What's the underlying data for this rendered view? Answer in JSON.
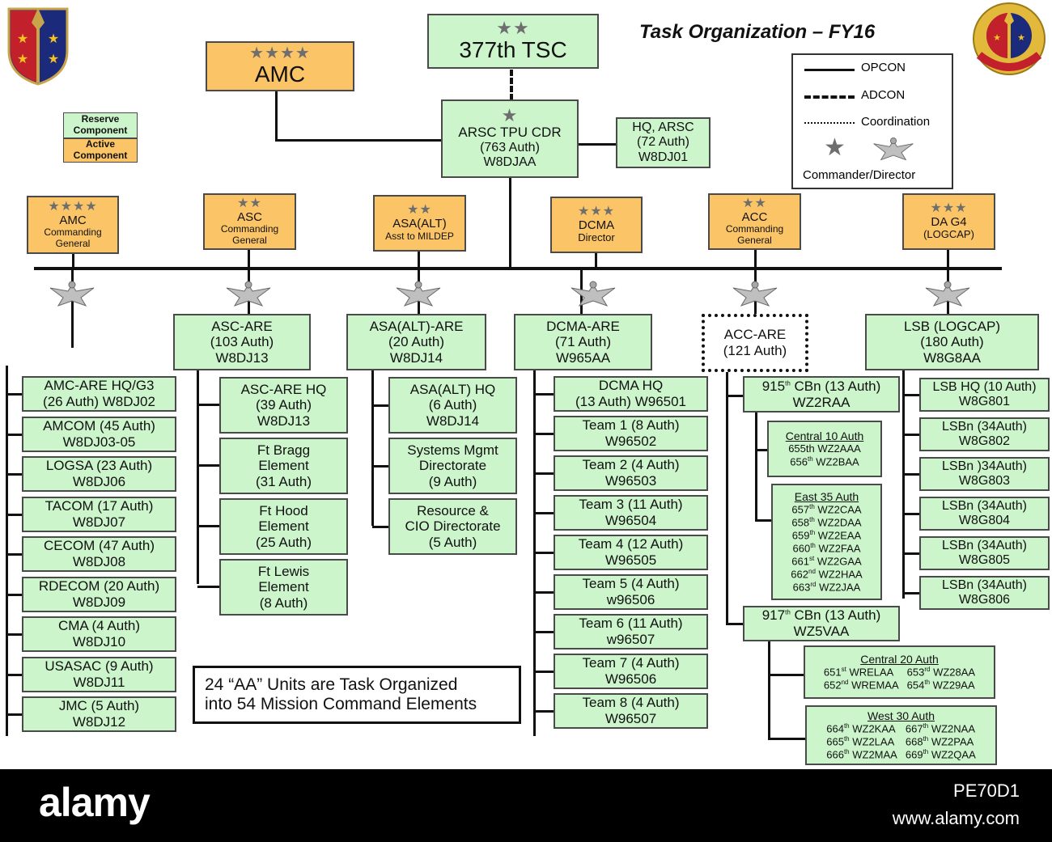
{
  "title": "Task Organization – FY16",
  "legend": {
    "opcon": "OPCON",
    "adcon": "ADCON",
    "coordination": "Coordination",
    "commander": "Commander/Director"
  },
  "key": {
    "reserve": "Reserve Component",
    "active": "Active Component"
  },
  "top": {
    "tsc": {
      "stars": "★★",
      "name": "377th TSC"
    },
    "amc": {
      "stars": "★★★★",
      "name": "AMC"
    },
    "arsc": {
      "stars": "★",
      "l1": "ARSC TPU CDR",
      "l2": "(763 Auth)",
      "l3": "W8DJAA"
    },
    "hq": {
      "l1": "HQ, ARSC",
      "l2": "(72 Auth)",
      "l3": "W8DJ01"
    }
  },
  "commands": [
    {
      "stars": "★★★★",
      "name": "AMC",
      "sub1": "Commanding",
      "sub2": "General"
    },
    {
      "stars": "★★",
      "name": "ASC",
      "sub1": "Commanding",
      "sub2": "General"
    },
    {
      "stars": "★★",
      "name": "ASA(ALT)",
      "sub1": "Asst to MILDEP",
      "sub2": ""
    },
    {
      "stars": "★★★",
      "name": "DCMA",
      "sub1": "Director",
      "sub2": ""
    },
    {
      "stars": "★★",
      "name": "ACC",
      "sub1": "Commanding",
      "sub2": "General"
    },
    {
      "stars": "★★★",
      "name": "DA G4",
      "sub1": "(LOGCAP)",
      "sub2": ""
    }
  ],
  "ares": [
    {
      "l1": "ASC-ARE",
      "l2": "(103 Auth)",
      "l3": "W8DJ13"
    },
    {
      "l1": "ASA(ALT)-ARE",
      "l2": "(20 Auth)",
      "l3": "W8DJ14"
    },
    {
      "l1": "DCMA-ARE",
      "l2": "(71 Auth)",
      "l3": "W965AA"
    },
    {
      "l1": "ACC-ARE",
      "l2": "(121 Auth)",
      "l3": ""
    },
    {
      "l1": "LSB (LOGCAP)",
      "l2": "(180 Auth)",
      "l3": "W8G8AA"
    }
  ],
  "amc_units": [
    {
      "l1": "AMC-ARE HQ/G3",
      "l2": "(26 Auth) W8DJ02"
    },
    {
      "l1": "AMCOM (45 Auth)",
      "l2": "W8DJ03-05"
    },
    {
      "l1": "LOGSA (23 Auth)",
      "l2": "W8DJ06"
    },
    {
      "l1": "TACOM (17 Auth)",
      "l2": "W8DJ07"
    },
    {
      "l1": "CECOM (47 Auth)",
      "l2": "W8DJ08"
    },
    {
      "l1": "RDECOM (20 Auth)",
      "l2": "W8DJ09"
    },
    {
      "l1": "CMA (4 Auth)",
      "l2": "W8DJ10"
    },
    {
      "l1": "USASAC (9 Auth)",
      "l2": "W8DJ11"
    },
    {
      "l1": "JMC (5 Auth)",
      "l2": "W8DJ12"
    }
  ],
  "asc_units": [
    {
      "l1": "ASC-ARE HQ",
      "l2": "(39 Auth)",
      "l3": "W8DJ13"
    },
    {
      "l1": "Ft Bragg",
      "l2": "Element",
      "l3": "(31 Auth)"
    },
    {
      "l1": "Ft Hood",
      "l2": "Element",
      "l3": "(25 Auth)"
    },
    {
      "l1": "Ft Lewis",
      "l2": "Element",
      "l3": "(8 Auth)"
    }
  ],
  "asa_units": [
    {
      "l1": "ASA(ALT) HQ",
      "l2": "(6 Auth)",
      "l3": "W8DJ14"
    },
    {
      "l1": "Systems Mgmt",
      "l2": "Directorate",
      "l3": "(9 Auth)"
    },
    {
      "l1": "Resource &",
      "l2": "CIO Directorate",
      "l3": "(5 Auth)"
    }
  ],
  "dcma_units": [
    {
      "l1": "DCMA HQ",
      "l2": "(13 Auth) W96501"
    },
    {
      "l1": "Team 1 (8 Auth)",
      "l2": "W96502"
    },
    {
      "l1": "Team 2 (4 Auth)",
      "l2": "W96503"
    },
    {
      "l1": "Team 3 (11 Auth)",
      "l2": "W96504"
    },
    {
      "l1": "Team 4 (12 Auth)",
      "l2": "W96505"
    },
    {
      "l1": "Team 5 (4 Auth)",
      "l2": "w96506"
    },
    {
      "l1": "Team 6 (11 Auth)",
      "l2": "w96507"
    },
    {
      "l1": "Team 7 (4 Auth)",
      "l2": "W96506"
    },
    {
      "l1": "Team 8 (4 Auth)",
      "l2": "W96507"
    }
  ],
  "acc": {
    "cbn915": {
      "num": "915",
      "sup": "th",
      "rest": " CBn (13 Auth)",
      "code": "WZ2RAA"
    },
    "central10": {
      "title": "Central 10 Auth",
      "rows": [
        [
          "655th",
          " WZ2AAA"
        ],
        [
          "656",
          "th",
          " WZ2BAA"
        ]
      ]
    },
    "east35": {
      "title": "East 35  Auth",
      "rows": [
        [
          "657",
          "th",
          " WZ2CAA"
        ],
        [
          "658",
          "th",
          " WZ2DAA"
        ],
        [
          "659",
          "th",
          " WZ2EAA"
        ],
        [
          "660",
          "th",
          " WZ2FAA"
        ],
        [
          "661",
          "st",
          " WZ2GAA"
        ],
        [
          "662",
          "nd",
          " WZ2HAA"
        ],
        [
          "663",
          "rd",
          " WZ2JAA"
        ]
      ]
    },
    "cbn917": {
      "num": "917",
      "sup": "th",
      "rest": " CBn (13 Auth)",
      "code": "WZ5VAA"
    },
    "central20": {
      "title": "Central 20 Auth",
      "left": [
        [
          "651",
          "st",
          " WRELAA"
        ],
        [
          "652",
          "nd",
          " WREMAA"
        ]
      ],
      "right": [
        [
          "653",
          "rd",
          " WZ28AA"
        ],
        [
          "654",
          "th",
          " WZ29AA"
        ]
      ]
    },
    "west30": {
      "title": "West 30 Auth",
      "left": [
        [
          "664",
          "th",
          " WZ2KAA"
        ],
        [
          "665",
          "th",
          " WZ2LAA"
        ],
        [
          "666",
          "th",
          " WZ2MAA"
        ]
      ],
      "right": [
        [
          "667",
          "th",
          " WZ2NAA"
        ],
        [
          "668",
          "th",
          " WZ2PAA"
        ],
        [
          "669",
          "th",
          " WZ2QAA"
        ]
      ]
    }
  },
  "lsb_units": [
    {
      "l1": "LSB HQ (10 Auth)",
      "l2": "W8G801"
    },
    {
      "l1": "LSBn (34Auth)",
      "l2": "W8G802"
    },
    {
      "l1": "LSBn )34Auth)",
      "l2": "W8G803"
    },
    {
      "l1": "LSBn (34Auth)",
      "l2": "W8G804"
    },
    {
      "l1": "LSBn (34Auth)",
      "l2": "W8G805"
    },
    {
      "l1": "LSBn (34Auth)",
      "l2": "W8G806"
    }
  ],
  "note": {
    "l1": "24 “AA” Units are Task Organized",
    "l2": "into 54 Mission Command Elements"
  },
  "watermark": {
    "brand": "alamy",
    "url": "www.alamy.com",
    "id": "PE70D1"
  }
}
